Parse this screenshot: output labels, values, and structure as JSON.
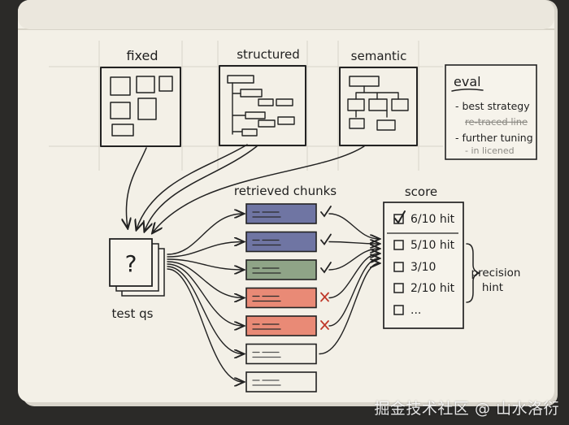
{
  "colors": {
    "paper": "#f3f0e7",
    "ink": "#222222",
    "retrieved_blue": "#6f75a3",
    "retrieved_green": "#8fa487",
    "retrieved_red": "#e98a76",
    "neutral_chunk": "#f3f0e7"
  },
  "strategies": [
    {
      "label": "fixed"
    },
    {
      "label": "structured"
    },
    {
      "label": "semantic"
    }
  ],
  "eval": {
    "title": "eval",
    "items": [
      {
        "text": "- best strategy",
        "struck": false
      },
      {
        "text": "re-traced line",
        "struck": true
      },
      {
        "text": "- further tuning",
        "struck": false
      },
      {
        "text": "- in licened",
        "struck": false
      }
    ]
  },
  "test_qs": {
    "label": "test qs",
    "symbol": "?"
  },
  "retrieved": {
    "title": "retrieved chunks",
    "chunks": [
      {
        "color": "retrieved_blue",
        "mark": "check"
      },
      {
        "color": "retrieved_blue",
        "mark": "check"
      },
      {
        "color": "retrieved_green",
        "mark": "check"
      },
      {
        "color": "retrieved_red",
        "mark": "cross"
      },
      {
        "color": "retrieved_red",
        "mark": "cross"
      },
      {
        "color": "neutral_chunk",
        "mark": "none"
      },
      {
        "color": "neutral_chunk",
        "mark": "none"
      }
    ]
  },
  "score": {
    "title": "score",
    "items": [
      {
        "text": "6/10 hit",
        "checked": true
      },
      {
        "text": "5/10 hit",
        "checked": false
      },
      {
        "text": "3/10",
        "checked": false
      },
      {
        "text": "2/10 hit",
        "checked": false
      },
      {
        "text": "...",
        "checked": false
      }
    ],
    "brace_label_1": "precision",
    "brace_label_2": "hint"
  },
  "watermark": "掘金技术社区 @ 山水洛衍"
}
